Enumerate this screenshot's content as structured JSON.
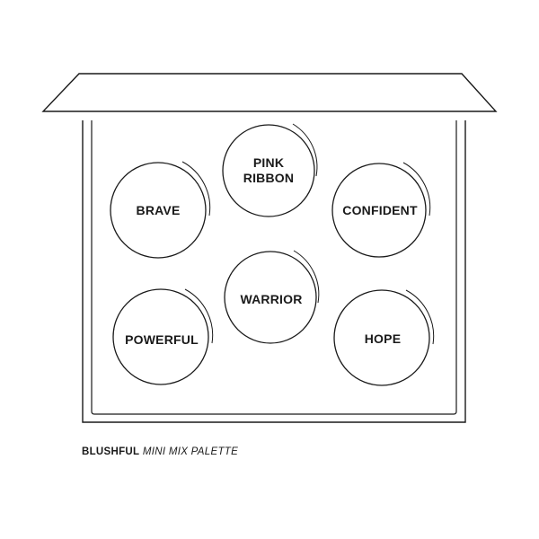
{
  "palette": {
    "pans": [
      {
        "id": "pink-ribbon",
        "lines": [
          "PINK",
          "RIBBON"
        ]
      },
      {
        "id": "brave",
        "lines": [
          "BRAVE"
        ]
      },
      {
        "id": "confident",
        "lines": [
          "CONFIDENT"
        ]
      },
      {
        "id": "warrior",
        "lines": [
          "WARRIOR"
        ]
      },
      {
        "id": "powerful",
        "lines": [
          "POWERFUL"
        ]
      },
      {
        "id": "hope",
        "lines": [
          "HOPE"
        ]
      }
    ]
  },
  "caption": {
    "brand": "BLUSHFUL",
    "product": "MINI MIX PALETTE"
  },
  "colors": {
    "stroke": "#1a1a1a",
    "background": "#ffffff"
  }
}
